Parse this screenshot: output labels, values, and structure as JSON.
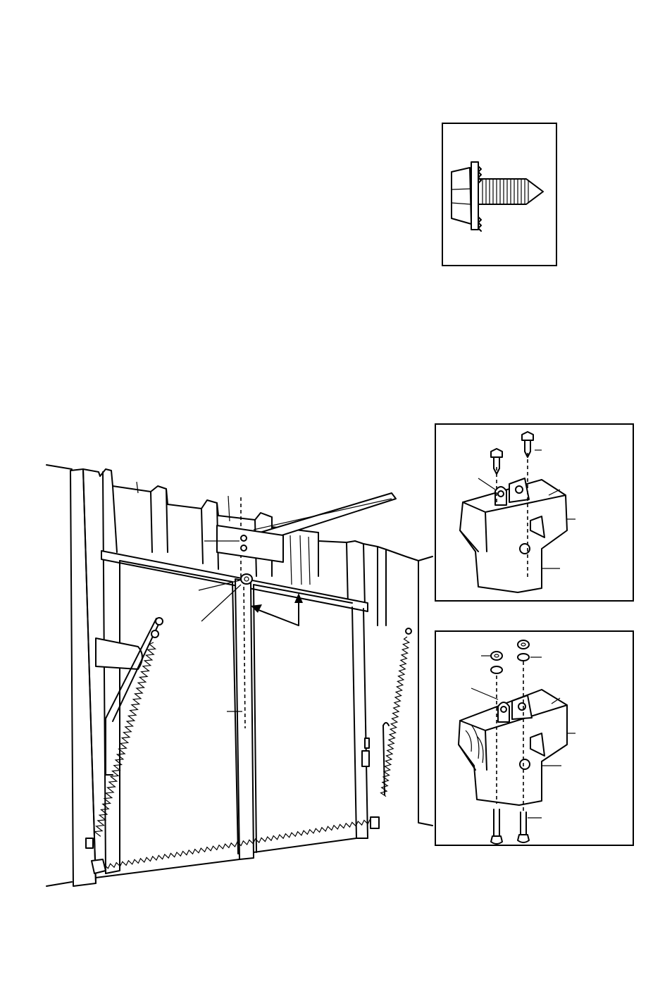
{
  "figure": {
    "name": "sectional-door-installation-illustration",
    "panels": [
      "lag-screw-detail",
      "lag-screw-mount-detail",
      "bolt-nut-mount-detail"
    ]
  },
  "colors": {
    "ink": "#000000",
    "paper": "#ffffff",
    "shade": "#d8d8d8"
  }
}
